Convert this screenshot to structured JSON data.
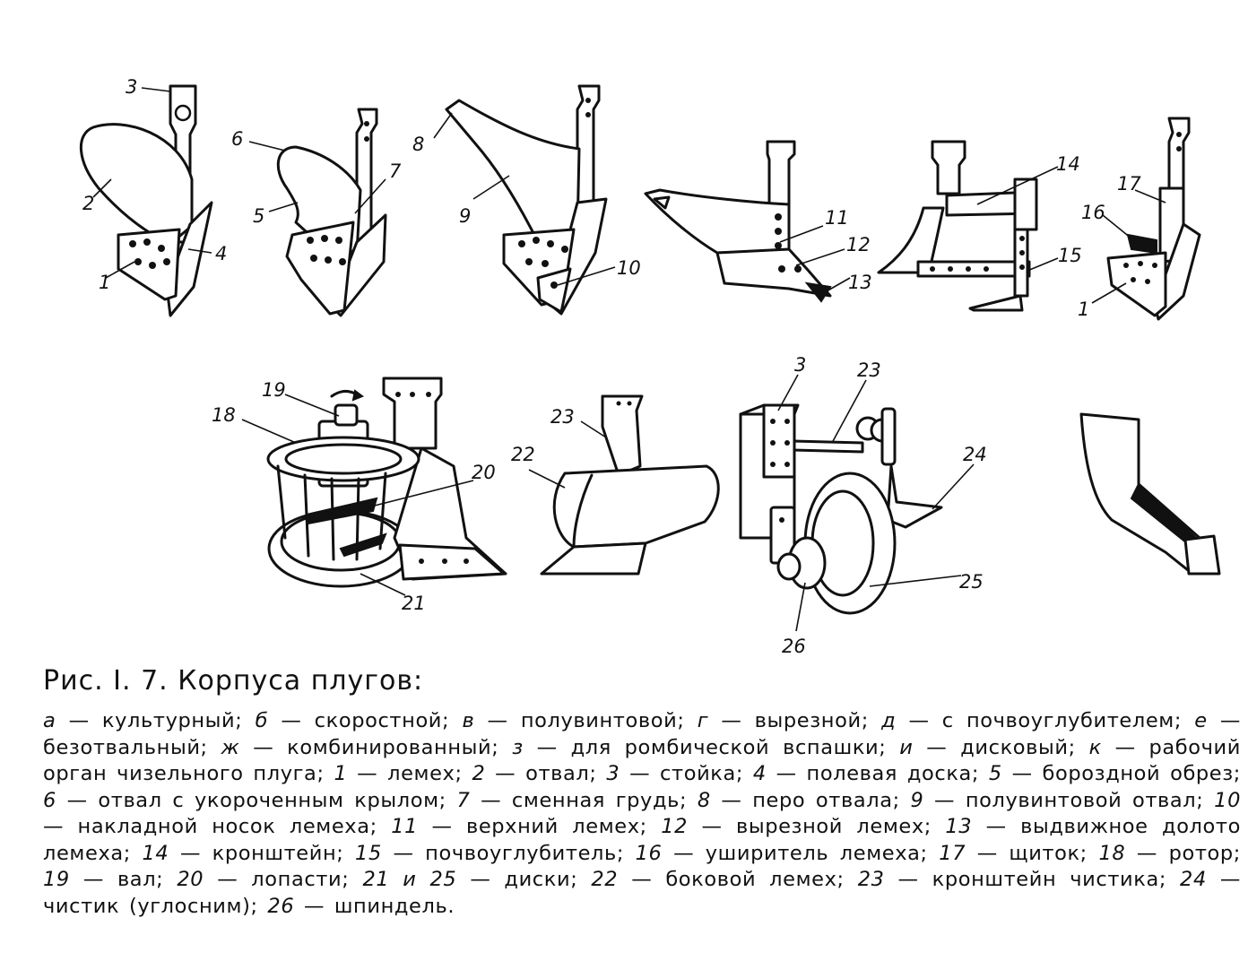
{
  "caption": {
    "title": "Рис. I. 7. Корпуса плугов:"
  },
  "legend": [
    {
      "key": "а",
      "text": "культурный"
    },
    {
      "key": "б",
      "text": "скоростной"
    },
    {
      "key": "в",
      "text": "полувинтовой"
    },
    {
      "key": "г",
      "text": "вырезной"
    },
    {
      "key": "д",
      "text": "с почвоуглубителем"
    },
    {
      "key": "е",
      "text": "безотвальный"
    },
    {
      "key": "ж",
      "text": "комбинированный"
    },
    {
      "key": "з",
      "text": "для ромбической вспашки"
    },
    {
      "key": "и",
      "text": "дисковый"
    },
    {
      "key": "к",
      "text": "рабочий орган чизельного плуга"
    },
    {
      "key": "1",
      "text": "лемех"
    },
    {
      "key": "2",
      "text": "отвал"
    },
    {
      "key": "3",
      "text": "стойка"
    },
    {
      "key": "4",
      "text": "полевая доска"
    },
    {
      "key": "5",
      "text": "бороздной обрез"
    },
    {
      "key": "6",
      "text": "отвал с укороченным крылом"
    },
    {
      "key": "7",
      "text": "сменная грудь"
    },
    {
      "key": "8",
      "text": "перо отвала"
    },
    {
      "key": "9",
      "text": "полувинтовой отвал"
    },
    {
      "key": "10",
      "text": "накладной носок лемеха"
    },
    {
      "key": "11",
      "text": "верхний лемех"
    },
    {
      "key": "12",
      "text": "вырезной лемех"
    },
    {
      "key": "13",
      "text": "выдвижное долото лемеха"
    },
    {
      "key": "14",
      "text": "кронштейн"
    },
    {
      "key": "15",
      "text": "почвоуглубитель"
    },
    {
      "key": "16",
      "text": "уширитель лемеха"
    },
    {
      "key": "17",
      "text": "щиток"
    },
    {
      "key": "18",
      "text": "ротор"
    },
    {
      "key": "19",
      "text": "вал"
    },
    {
      "key": "20",
      "text": "лопасти"
    },
    {
      "key": "21 и 25",
      "text": "диски"
    },
    {
      "key": "22",
      "text": "боковой лемех"
    },
    {
      "key": "23",
      "text": "кронштейн чистика"
    },
    {
      "key": "24",
      "text": "чистик (углосним)"
    },
    {
      "key": "26",
      "text": "шпиндель"
    }
  ],
  "callouts": {
    "n1a": "1",
    "n2": "2",
    "n3a": "3",
    "n4": "4",
    "n5": "5",
    "n6": "6",
    "n7": "7",
    "n8": "8",
    "n9": "9",
    "n10": "10",
    "n11": "11",
    "n12": "12",
    "n13": "13",
    "n14": "14",
    "n15": "15",
    "n16": "16",
    "n17": "17",
    "n1b": "1",
    "n18": "18",
    "n19": "19",
    "n20": "20",
    "n21": "21",
    "n22": "22",
    "n23a": "23",
    "n3b": "3",
    "n23b": "23",
    "n24": "24",
    "n25": "25",
    "n26": "26"
  },
  "dash": "—"
}
